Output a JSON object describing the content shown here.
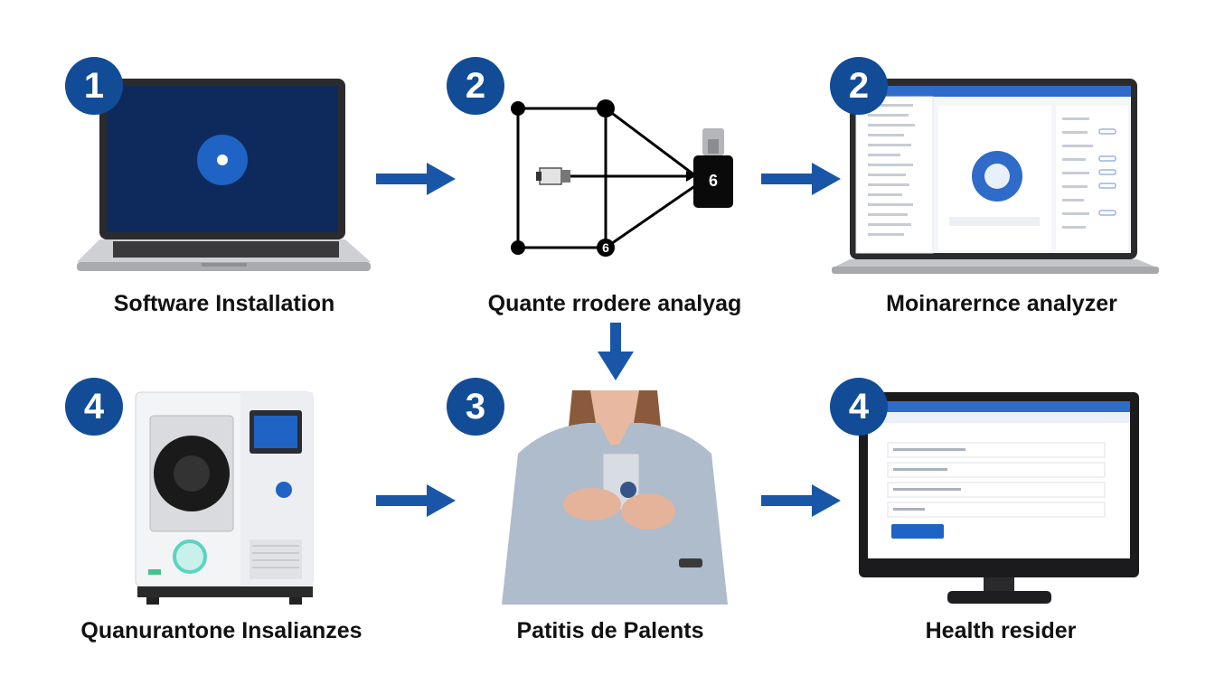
{
  "steps": [
    {
      "badge": "1",
      "label": "Software Installation"
    },
    {
      "badge": "2",
      "label": "Quante rrodere analyag"
    },
    {
      "badge": "2",
      "label": "Moinarernce analyzer"
    },
    {
      "badge": "4",
      "label": "Quanurantone Insalianzes"
    },
    {
      "badge": "3",
      "label": "Patitis de Palents"
    },
    {
      "badge": "4",
      "label": "Health resider"
    }
  ],
  "diagram_nodes": {
    "usb_number": "6",
    "node_number": "6"
  },
  "colors": {
    "badge": "#124c97",
    "arrow": "#1a56a8",
    "screen_blue": "#2f6bc8"
  },
  "icons": [
    "laptop-icon",
    "usb-drive-icon",
    "analyzer-machine-icon",
    "patient-photo",
    "monitor-icon",
    "arrow-right-icon",
    "arrow-down-icon"
  ]
}
